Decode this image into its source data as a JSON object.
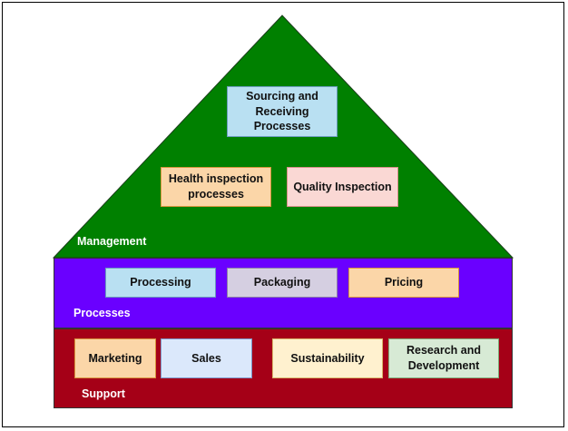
{
  "layers": {
    "management": {
      "label": "Management",
      "color": "#008000",
      "items": [
        "Sourcing and Receiving Processes",
        "Health inspection processes",
        "Quality Inspection"
      ]
    },
    "processes": {
      "label": "Processes",
      "color": "#6a00ff",
      "items": [
        "Processing",
        "Packaging",
        "Pricing"
      ]
    },
    "support": {
      "label": "Support",
      "color": "#a50017",
      "items": [
        "Marketing",
        "Sales",
        "Sustainability",
        "Research and Development"
      ]
    }
  }
}
